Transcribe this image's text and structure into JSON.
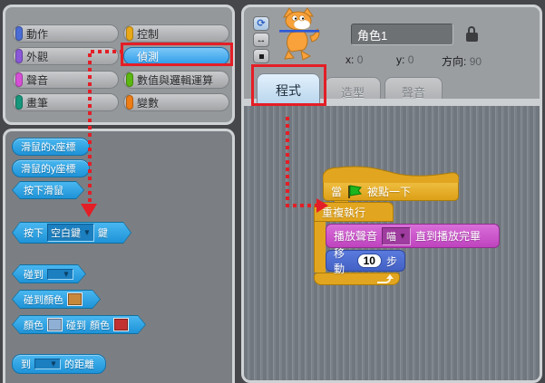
{
  "ui": {
    "dropdown_arrow": "▼"
  },
  "icons": {
    "rotate": "⟳",
    "flip": "↔"
  },
  "left": {
    "categories": [
      {
        "label": "動作",
        "cap": "#4a6cd4"
      },
      {
        "label": "控制",
        "cap": "#e8a818"
      },
      {
        "label": "外觀",
        "cap": "#8a57d8"
      },
      {
        "label": "偵測",
        "cap": "#2ca5e8"
      },
      {
        "label": "聲音",
        "cap": "#d650d6"
      },
      {
        "label": "數值與邏輯運算",
        "cap": "#5cb712"
      },
      {
        "label": "畫筆",
        "cap": "#16967b"
      },
      {
        "label": "變數",
        "cap": "#ee7d16"
      }
    ],
    "blocks": {
      "mouse_x": "滑鼠的x座標",
      "mouse_y": "滑鼠的y座標",
      "mouse_down": "按下滑鼠",
      "key_pre": "按下",
      "key_value": "空白鍵",
      "key_post": "鍵",
      "touching": "碰到",
      "touching_color": "碰到顏色",
      "color_a": "顏色",
      "color_b": "碰到",
      "color_c": "顏色",
      "dist_pre": "到",
      "dist_post": "的距離",
      "swatch_touch": "#c8883c",
      "swatch_c1": "#8fb0d4",
      "swatch_c2": "#c23232"
    }
  },
  "sprite": {
    "name": "角色1",
    "x_label": "x:",
    "x_value": "0",
    "y_label": "y:",
    "y_value": "0",
    "dir_label": "方向:",
    "dir_value": "90"
  },
  "tabs": {
    "scripts": "程式",
    "costumes": "造型",
    "sounds": "聲音"
  },
  "script": {
    "hat_when": "當",
    "hat_clicked": "被點一下",
    "forever": "重複執行",
    "play_pre": "播放聲音",
    "play_sound": "喵",
    "play_post": "直到播放完畢",
    "move_pre": "移動",
    "move_steps": "10",
    "move_post": "步"
  }
}
